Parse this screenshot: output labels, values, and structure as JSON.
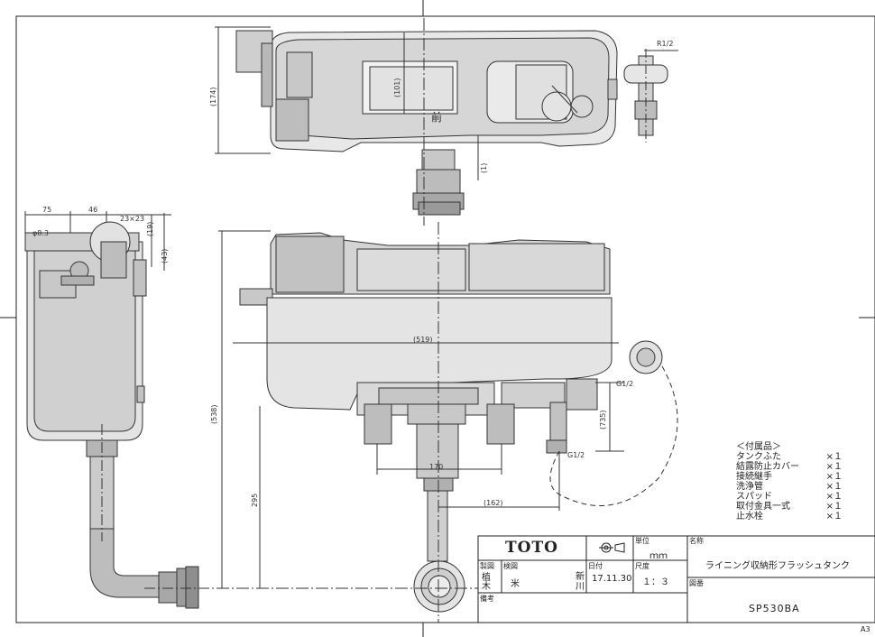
{
  "drawing": {
    "front_mark": "前"
  },
  "dimensions": {
    "top_view_depth": "(174)",
    "top_view_inner": "(101)",
    "top_view_small": "(1)",
    "pipe_thread": "R1/2",
    "side_75": "75",
    "side_46": "46",
    "side_23x23": "23×23",
    "side_19": "(19)",
    "side_43": "(43)",
    "side_phi": "φ8.3",
    "width_519": "(519)",
    "height_538": "(538)",
    "height_735": "(735)",
    "height_295": "295",
    "spacing_170": "170",
    "spacing_162": "(162)",
    "g12_top": "G1/2",
    "g12_bottom": "G1/2"
  },
  "accessories": {
    "header": "＜付属品＞",
    "items": [
      {
        "name": "タンクふた",
        "qty": "×１"
      },
      {
        "name": "結露防止カバー",
        "qty": "×１"
      },
      {
        "name": "接続継手",
        "qty": "×１"
      },
      {
        "name": "洗浄管",
        "qty": "×１"
      },
      {
        "name": "スパッド",
        "qty": "×１"
      },
      {
        "name": "取付金具一式",
        "qty": "×１"
      },
      {
        "name": "止水栓",
        "qty": "×１"
      }
    ]
  },
  "title_block": {
    "logo": "TOTO",
    "unit_label": "単位",
    "unit_value": "ｍｍ",
    "name_label": "名称",
    "name_value": "ライニング収納形フラッシュタンク",
    "drawn_label": "製図",
    "drawn_value": "植 木",
    "checked_label": "検図",
    "checked_value": "米",
    "approved_value": "新 川",
    "date_label": "日付",
    "date_value": "17.11.30",
    "scale_label": "尺度",
    "scale_value": "１：３",
    "drawing_no_label": "図番",
    "drawing_no_value": "SP530BA",
    "remarks_label": "備考",
    "sheet_size": "A3"
  }
}
